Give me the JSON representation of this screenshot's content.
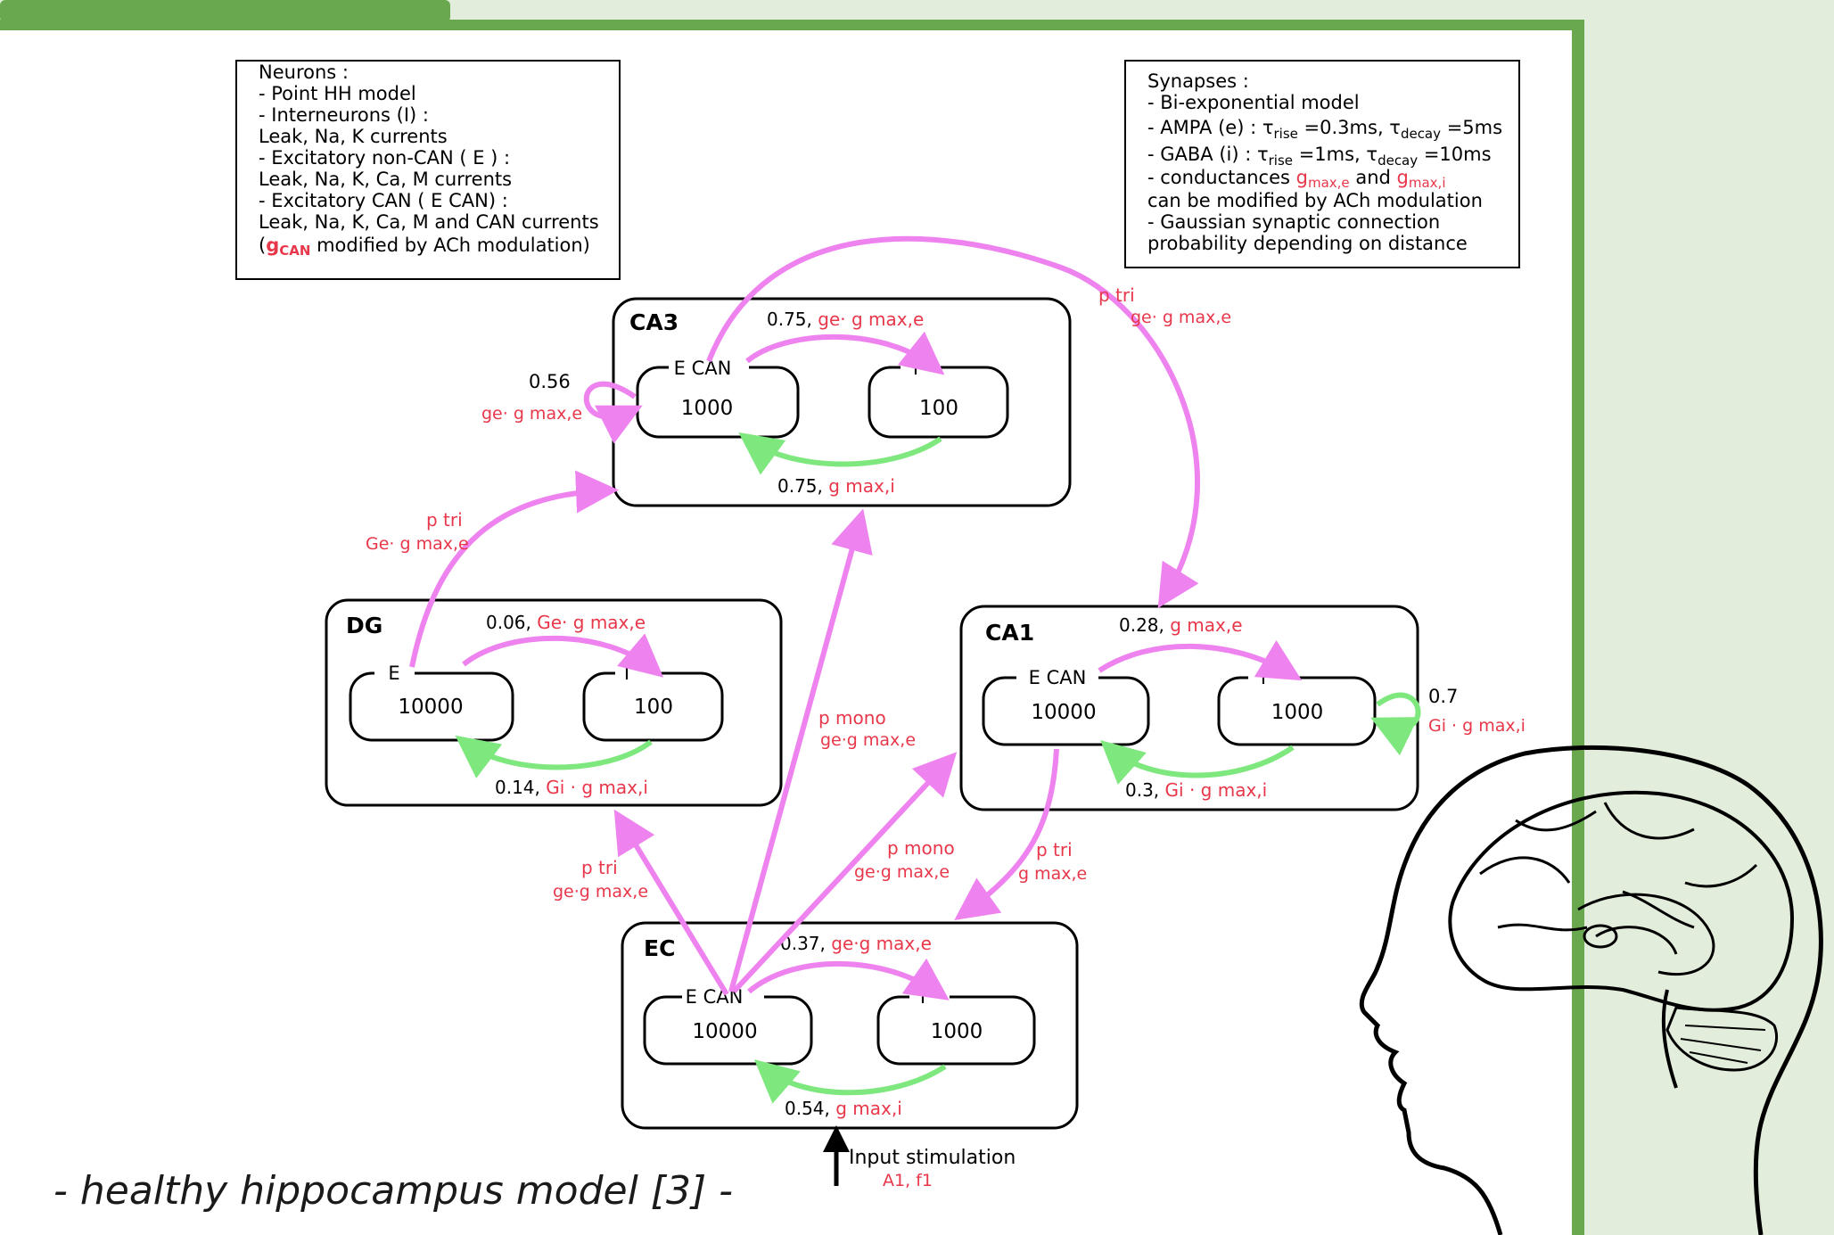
{
  "caption": "- healthy hippocampus model [3] -",
  "colors": {
    "excitatory": "#ee82ee",
    "inhibitory": "#7ee87e",
    "label_red": "#e8374a",
    "frame_green": "#6aa84f",
    "panel_green": "#e2eedb"
  },
  "neurons_box": {
    "lines": [
      "Neurons :",
      "- Point HH model",
      "- Interneurons (I) :",
      "Leak, Na, K currents",
      "- Excitatory non-CAN ( E ) :",
      "Leak, Na, K, Ca, M currents",
      "- Excitatory CAN ( E CAN) :",
      "Leak, Na, K, Ca, M and CAN currents"
    ],
    "last_prefix": "(",
    "last_red": "g",
    "last_red_sub": "CAN",
    "last_suffix": " modified by ACh modulation)"
  },
  "synapses_box": {
    "title": "Synapses :",
    "line1": "- Bi-exponential model",
    "ampa": "- AMPA (e) : τ",
    "rise": "rise",
    "ampa_rise_val": " =0.3ms,  τ",
    "decay": "decay",
    "ampa_decay_val": " =5ms",
    "gaba": "- GABA (i) : τ",
    "gaba_rise_val": " =1ms,  τ",
    "gaba_decay_val": " =10ms",
    "cond_a": "- conductances ",
    "cond_g1": "g",
    "cond_g1_sub": "max,e",
    "cond_and": "  and ",
    "cond_g2": "g",
    "cond_g2_sub": "max,i",
    "line5": "can be modified by ACh modulation",
    "line6": "- Gaussian synaptic connection",
    "line7": "probability depending on distance"
  },
  "regions": {
    "ca3": {
      "name": "CA3",
      "e_label": "E CAN",
      "e_count": "1000",
      "i_label": "I",
      "i_count": "100",
      "ei": "0.75, ",
      "ei_red": "ge· g max,e",
      "ie": "0.75, ",
      "ie_red": "g max,i",
      "self": "0.56",
      "self_red": "ge· g max,e"
    },
    "dg": {
      "name": "DG",
      "e_label": "E",
      "e_count": "10000",
      "i_label": "I",
      "i_count": "100",
      "ei": "0.06, ",
      "ei_red": "Ge· g max,e",
      "ie": "0.14, ",
      "ie_red": "Gi · g max,i"
    },
    "ca1": {
      "name": "CA1",
      "e_label": "E CAN",
      "e_count": "10000",
      "i_label": "I",
      "i_count": "1000",
      "ei": "0.28, ",
      "ei_red": "g max,e",
      "ie": "0.3, ",
      "ie_red": "Gi · g max,i",
      "self": "0.7",
      "self_red": "Gi · g max,i"
    },
    "ec": {
      "name": "EC",
      "e_label": "E CAN",
      "e_count": "10000",
      "i_label": "I",
      "i_count": "1000",
      "ei": "0.37, ",
      "ei_red": "ge·g max,e",
      "ie": "0.54, ",
      "ie_red": "g max,i"
    }
  },
  "pathways": {
    "ca3_ca1": {
      "p": "p tri",
      "g": "ge· g max,e"
    },
    "dg_ca3": {
      "p": "p tri",
      "g": "Ge· g max,e"
    },
    "ec_ca3": {
      "p": "p mono",
      "g": "ge·g max,e"
    },
    "ec_ca1": {
      "p": "p mono",
      "g": "ge·g max,e"
    },
    "ec_dg": {
      "p": "p tri",
      "g": "ge·g max,e"
    },
    "ca1_ec": {
      "p": "p tri",
      "g": "g max,e"
    }
  },
  "input": {
    "label": "Input stimulation",
    "params": "A1, f1"
  }
}
